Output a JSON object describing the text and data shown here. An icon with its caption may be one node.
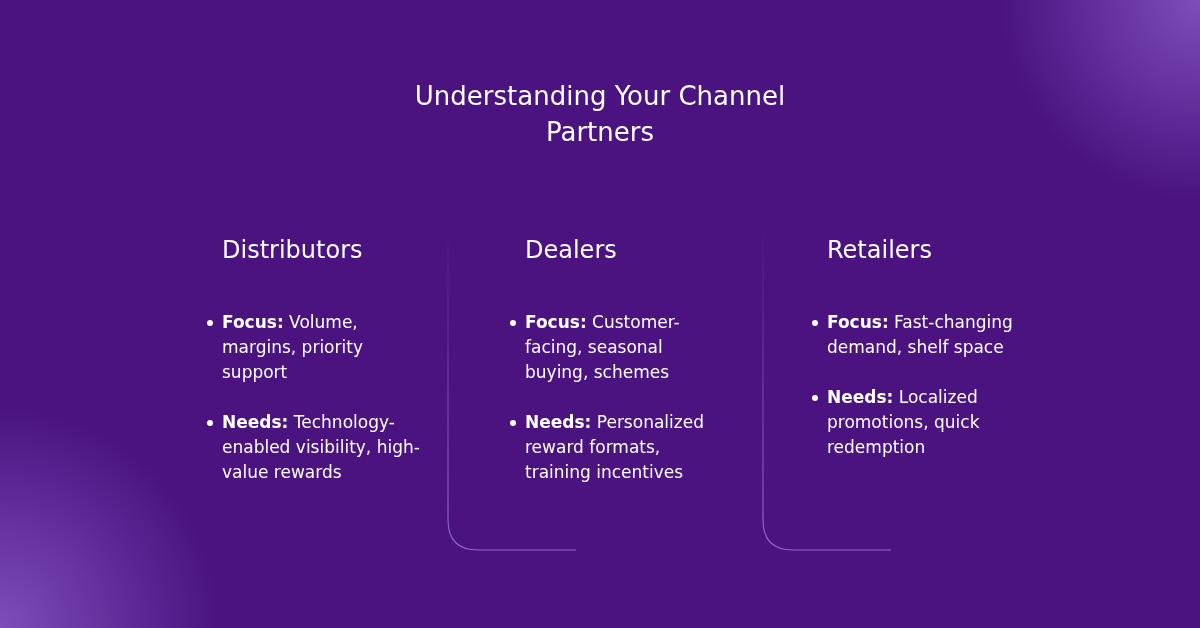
{
  "diagram": {
    "title": "Understanding Your Channel Partners",
    "nodes": [
      {
        "text": [
          "Distributors",
          "**Focus:** Volume, margins, priority support",
          "**Needs:** Technology-enabled visibility, high-value rewards"
        ]
      },
      {
        "text": [
          "Dealers",
          "**Focus:** Customer-facing, seasonal buying, schemes",
          "**Needs:** Personalized reward formats, training incentives"
        ]
      },
      {
        "text": [
          "Retailers",
          "**Focus:** Fast-changing demand, shelf space",
          "**Needs:** Localized promotions, quick redemption"
        ]
      }
    ],
    "edges": []
  }
}
